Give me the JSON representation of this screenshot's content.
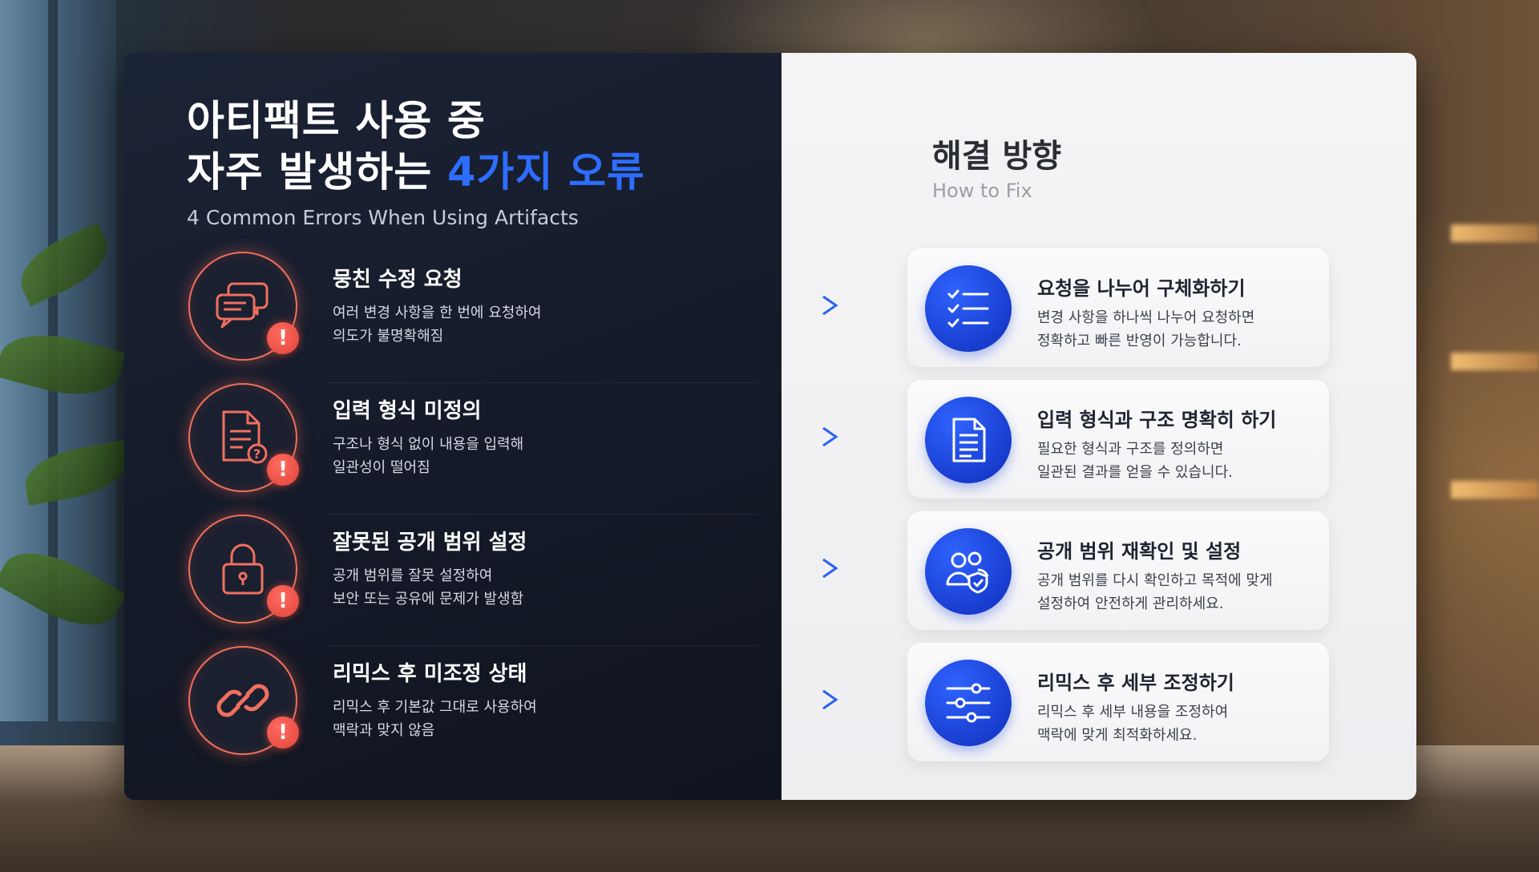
{
  "left": {
    "title_line1": "아티팩트 사용 중",
    "title_line2_prefix": "자주 발생하는 ",
    "title_line2_accent": "4가지 오류",
    "subtitle": "4 Common Errors When Using Artifacts",
    "badge": "!",
    "errors": [
      {
        "icon": "chat-bubbles-icon",
        "title": "뭉친 수정 요청",
        "desc1": "여러 변경 사항을 한 번에 요청하여",
        "desc2": "의도가 불명확해짐"
      },
      {
        "icon": "document-question-icon",
        "title": "입력 형식 미정의",
        "desc1": "구조나 형식 없이 내용을 입력해",
        "desc2": "일관성이 떨어짐"
      },
      {
        "icon": "padlock-icon",
        "title": "잘못된 공개 범위 설정",
        "desc1": "공개 범위를 잘못 설정하여",
        "desc2": "보안 또는 공유에 문제가 발생함"
      },
      {
        "icon": "link-icon",
        "title": "리믹스 후 미조정 상태",
        "desc1": "리믹스 후 기본값 그대로 사용하여",
        "desc2": "맥락과 맞지 않음"
      }
    ]
  },
  "right": {
    "title": "해결 방향",
    "subtitle": "How to Fix",
    "fixes": [
      {
        "icon": "checklist-icon",
        "title": "요청을 나누어 구체화하기",
        "desc1": "변경 사항을 하나씩 나누어 요청하면",
        "desc2": "정확하고 빠른 반영이 가능합니다."
      },
      {
        "icon": "document-icon",
        "title": "입력 형식과 구조 명확히 하기",
        "desc1": "필요한 형식과 구조를 정의하면",
        "desc2": "일관된 결과를 얻을 수 있습니다."
      },
      {
        "icon": "users-shield-icon",
        "title": "공개 범위 재확인 및 설정",
        "desc1": "공개 범위를 다시 확인하고 목적에 맞게",
        "desc2": "설정하여 안전하게 관리하세요."
      },
      {
        "icon": "sliders-icon",
        "title": "리믹스 후 세부 조정하기",
        "desc1": "리믹스 후 세부 내용을 조정하여",
        "desc2": "맥락에 맞게 최적화하세요."
      }
    ]
  },
  "colors": {
    "accent_blue": "#2d6dff",
    "error_red": "#f0705e",
    "fix_blue": "#1e48e0"
  }
}
